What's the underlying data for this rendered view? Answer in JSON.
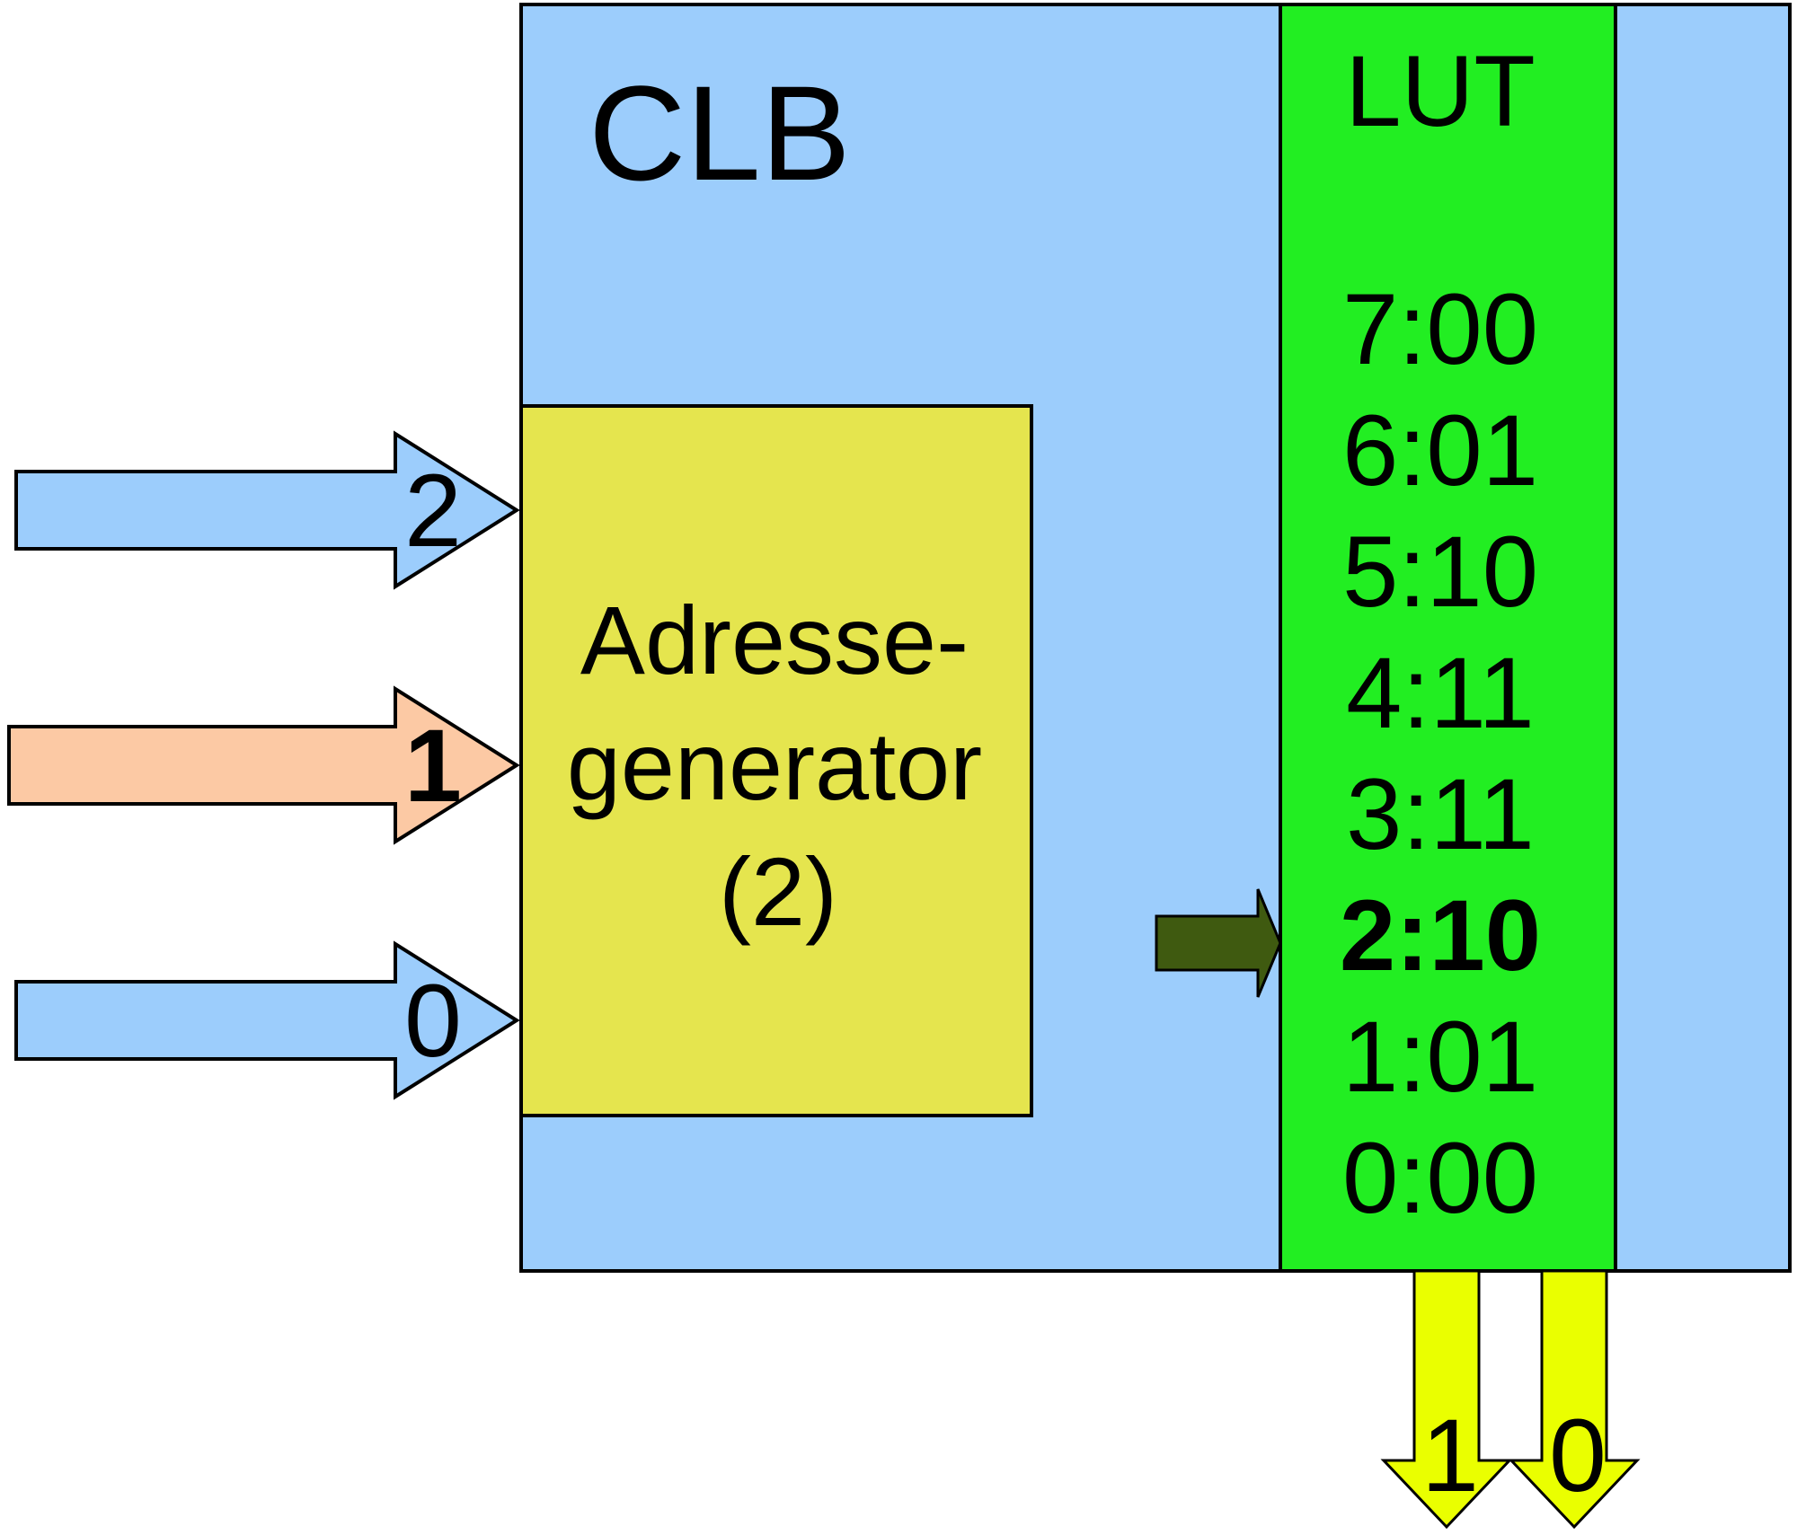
{
  "clb": {
    "label": "CLB",
    "fill": "#9ccdfc"
  },
  "address_generator": {
    "lines": [
      "Adresse-",
      "generator",
      "(2)"
    ],
    "fill": "#e5e54e"
  },
  "lut": {
    "label": "LUT",
    "fill": "#22ee22",
    "entries": [
      "7:00",
      "6:01",
      "5:10",
      "4:11",
      "3:11",
      "2:10",
      "1:01",
      "0:00"
    ],
    "selected_entry": "2:10"
  },
  "inputs": [
    {
      "label": "2",
      "fill": "#9ccdfc",
      "bold": false
    },
    {
      "label": "1",
      "fill": "#fcc9a4",
      "bold": true
    },
    {
      "label": "0",
      "fill": "#9ccdfc",
      "bold": false
    }
  ],
  "pointer": {
    "fill": "#3f5a10"
  },
  "outputs": [
    {
      "label": "1",
      "fill": "#eaff00"
    },
    {
      "label": "0",
      "fill": "#eaff00"
    }
  ]
}
